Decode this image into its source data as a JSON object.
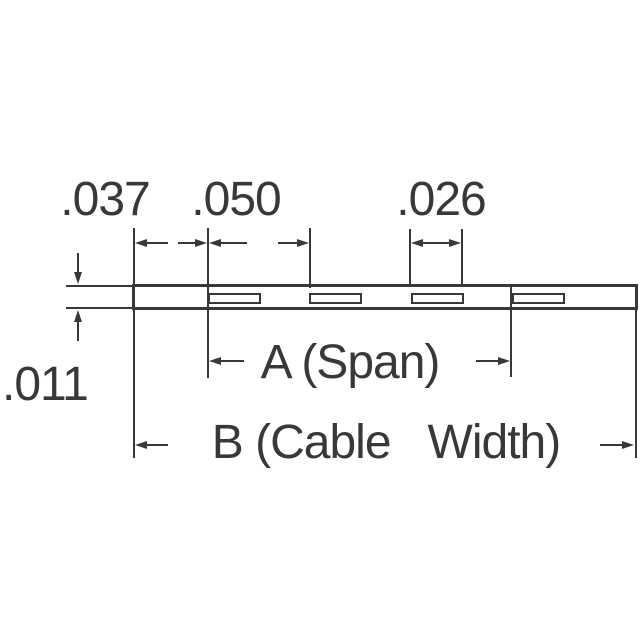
{
  "drawing": {
    "ink_color": "#383838",
    "top_dimensions": {
      "margin": ".037",
      "pitch": ".050",
      "conductor_width": ".026"
    },
    "thickness": ".011",
    "span_label": "A (Span)",
    "cable_width_label": "B (Cable   Width)",
    "conductor_count": 4
  }
}
